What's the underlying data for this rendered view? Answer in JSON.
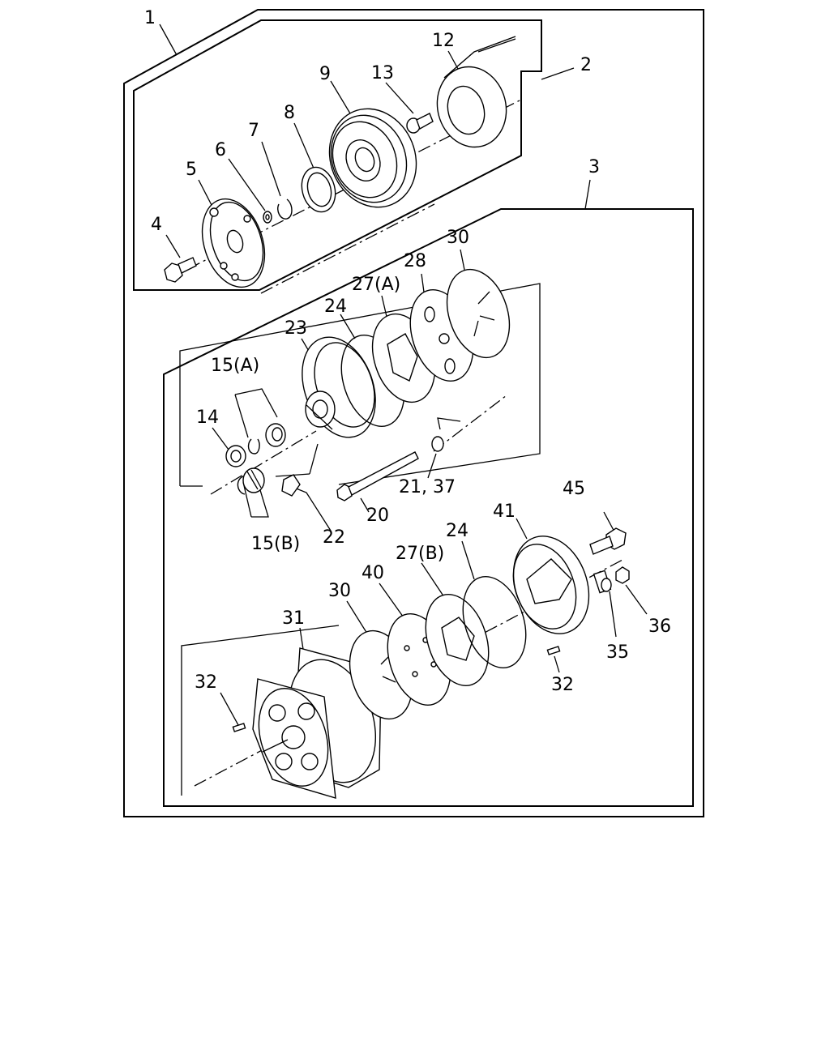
{
  "callouts": {
    "c1": "1",
    "c2": "2",
    "c3": "3",
    "c4": "4",
    "c5": "5",
    "c6": "6",
    "c7": "7",
    "c8": "8",
    "c9": "9",
    "c12": "12",
    "c13": "13",
    "c14": "14",
    "c15a": "15(A)",
    "c15b": "15(B)",
    "c20": "20",
    "c21_37": "21, 37",
    "c22": "22",
    "c23": "23",
    "c24_top": "24",
    "c24_bottom": "24",
    "c27a": "27(A)",
    "c27b": "27(B)",
    "c28": "28",
    "c30_top": "30",
    "c30_bottom": "30",
    "c31": "31",
    "c32_left": "32",
    "c32_right": "32",
    "c35": "35",
    "c36": "36",
    "c40": "40",
    "c41": "41",
    "c45": "45"
  }
}
